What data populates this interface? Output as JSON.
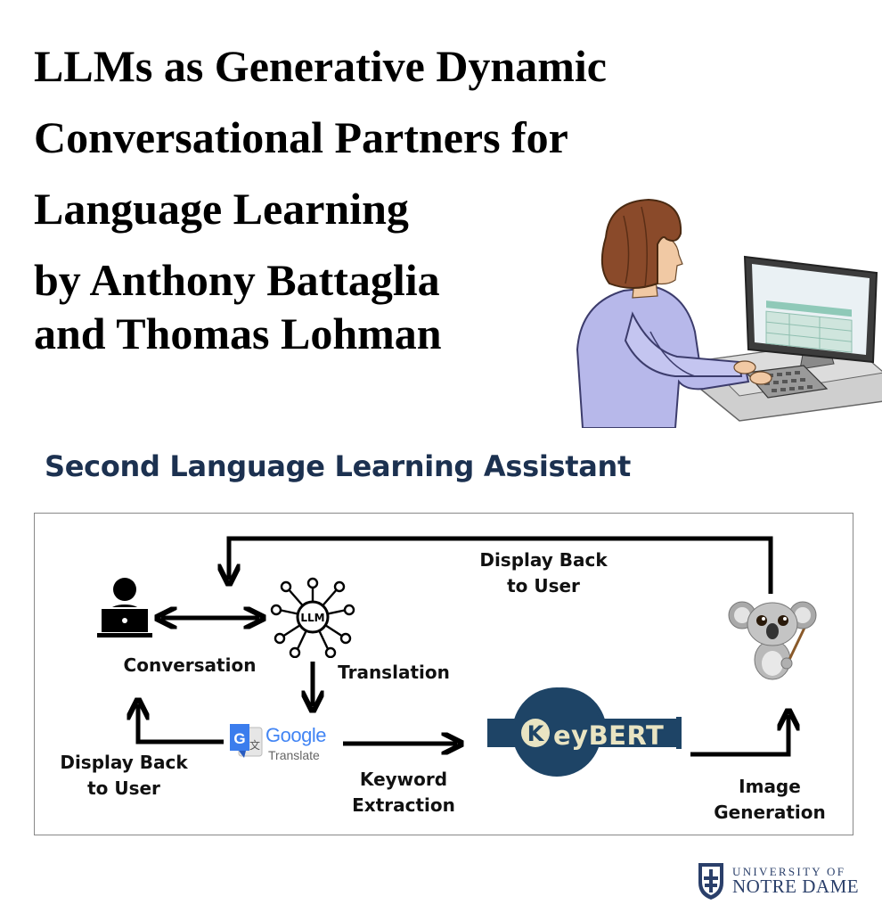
{
  "poster": {
    "title_lines": [
      "LLMs as Generative Dynamic",
      "Conversational Partners for",
      "Language Learning"
    ],
    "author_lines": [
      "by Anthony Battaglia",
      "and Thomas Lohman"
    ]
  },
  "section": {
    "heading": "Second Language Learning Assistant"
  },
  "diagram": {
    "labels": {
      "display_back_top": [
        "Display Back",
        "to User"
      ],
      "conversation": "Conversation",
      "translation": "Translation",
      "display_back_bottom": [
        "Display Back",
        "to User"
      ],
      "keyword_extraction": [
        "Keyword",
        "Extraction"
      ],
      "image_generation": [
        "Image",
        "Generation"
      ]
    },
    "llm_icon_text": "LLM",
    "google_translate": {
      "google": "Google",
      "translate": "Translate",
      "g_letter": "G",
      "x_glyph": "文"
    },
    "keybert": {
      "k": "K",
      "rest": "eyBERT"
    }
  },
  "colors": {
    "heading": "#1c3150",
    "keybert_bg": "#1e4466",
    "keybert_text": "#e9e4c2",
    "notre_dame": "#2a3f6a"
  },
  "icons": [
    "user-at-computer-icon",
    "llm-network-icon",
    "google-translate-icon",
    "keybert-logo",
    "koala-painter-icon",
    "notre-dame-shield-icon"
  ],
  "footer": {
    "university_of": "UNIVERSITY OF",
    "notre_dame": "NOTRE DAME"
  }
}
